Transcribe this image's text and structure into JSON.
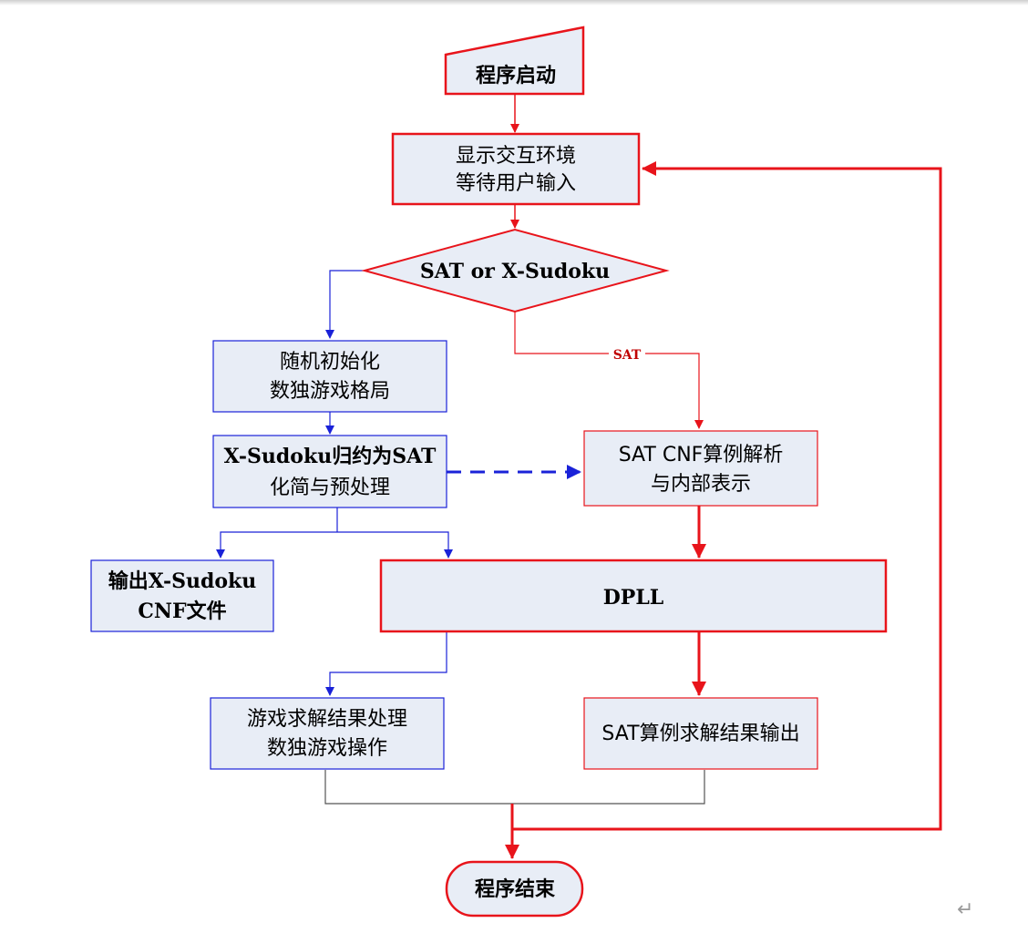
{
  "diagram": {
    "colors": {
      "red": "#e8141b",
      "blue": "#1a22d8",
      "box_fill": "#e8edf6",
      "merge_gray": "#555555"
    },
    "nodes": {
      "start": "程序启动",
      "display_line1": "显示交互环境",
      "display_line2": "等待用户输入",
      "decision": "SAT or X-Sudoku",
      "random_line1": "随机初始化",
      "random_line2": "数独游戏格局",
      "reduce_line1": "X-Sudoku归约为SAT",
      "reduce_line2": "化简与预处理",
      "parse_line1": "SAT CNF算例解析",
      "parse_line2": "与内部表示",
      "output_cnf_line1": "输出X-Sudoku",
      "output_cnf_line2": "CNF文件",
      "dpll": "DPLL",
      "game_line1": "游戏求解结果处理",
      "game_line2": "数独游戏操作",
      "sat_output": "SAT算例求解结果输出",
      "end": "程序结束"
    },
    "edge_labels": {
      "sat_branch": "SAT"
    },
    "paragraph_mark": "↵"
  }
}
